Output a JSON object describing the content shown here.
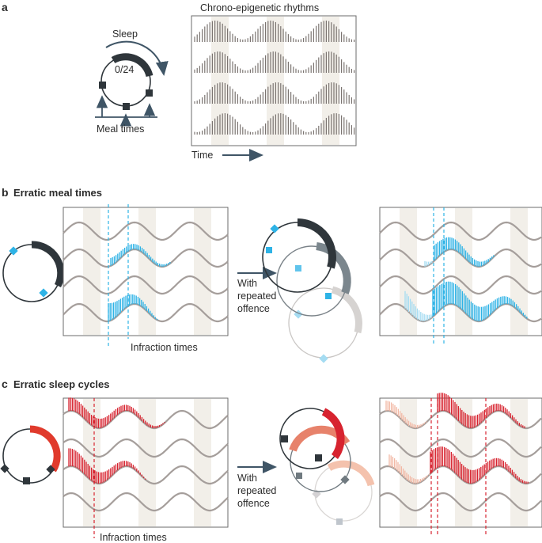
{
  "panel_a": {
    "label": "a",
    "title": "Chrono-epigenetic rhythms",
    "sleep": "Sleep",
    "clock": "0/24",
    "meals": "Meal times",
    "time": "Time"
  },
  "panel_b": {
    "label": "b",
    "heading": "Erratic meal times",
    "arrow_line1": "With",
    "arrow_line2": "repeated",
    "arrow_line3": "offence",
    "infraction": "Infraction times"
  },
  "panel_c": {
    "label": "c",
    "heading": "Erratic sleep cycles",
    "arrow_line1": "With",
    "arrow_line2": "repeated",
    "arrow_line3": "offence",
    "infraction": "Infraction times"
  },
  "colors": {
    "dark": "#2f363b",
    "wave": "#a59e9b",
    "bars": "#7b7471",
    "band": "#f2efe9",
    "blue": "#2eb3e6",
    "blue_light": "#a5dcf2",
    "red": "#d7232f",
    "red_light": "#f2b8a5",
    "arrow": "#3f5566"
  }
}
